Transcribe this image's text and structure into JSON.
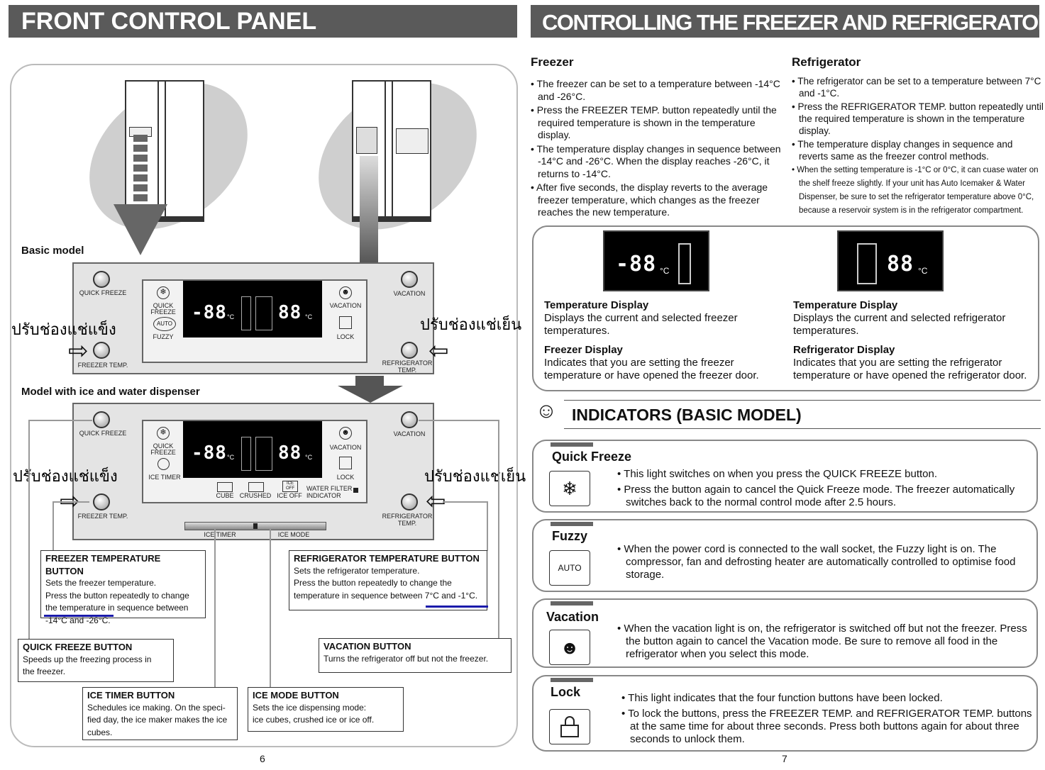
{
  "left": {
    "header": "FRONT CONTROL PANEL",
    "basic_model": "Basic model",
    "dispenser_model": "Model with ice and water dispenser",
    "thai_freezer": "ปรับช่องแช่แข็ง",
    "thai_fridge": "ปรับช่องแช่เย็น",
    "labels": {
      "quick_freeze": "QUICK FREEZE",
      "vacation": "VACATION",
      "freezer_temp": "FREEZER TEMP.",
      "refrigerator_temp": "REFRIGERATOR",
      "temp": "TEMP.",
      "quick": "QUICK",
      "freeze": "FREEZE",
      "auto": "AUTO",
      "fuzzy": "FUZZY",
      "lock": "LOCK",
      "ice_timer": "ICE TIMER",
      "cube": "CUBE",
      "crushed": "CRUSHED",
      "ice_off": "ICE OFF",
      "water_filter": "WATER FILTER",
      "indicator": "INDICATOR",
      "ice_timer_slider": "ICE TIMER",
      "ice_mode_slider": "ICE MODE",
      "ice_off_icon": "ICE OFF",
      "lcd_left": "-88",
      "lcd_right": "88",
      "deg": "°C"
    },
    "boxes": {
      "freezer_temp_title": "FREEZER TEMPERATURE BUTTON",
      "freezer_temp_text": [
        "Sets the freezer temperature.",
        "Press the button repeatedly to change",
        "the temperature in sequence between",
        "-14°C and -26°C."
      ],
      "refrig_temp_title": "REFRIGERATOR TEMPERATURE BUTTON",
      "refrig_temp_text": [
        "Sets the refrigerator temperature.",
        "Press the button repeatedly to change the",
        "temperature in sequence between 7°C and -1°C."
      ],
      "quick_freeze_title": "QUICK FREEZE BUTTON",
      "quick_freeze_text": [
        "Speeds up the freezing process in",
        "the freezer."
      ],
      "vacation_title": "VACATION BUTTON",
      "vacation_text": [
        "Turns the refrigerator off but not the freezer."
      ],
      "ice_timer_title": "ICE TIMER BUTTON",
      "ice_timer_text": [
        "Schedules ice making. On the speci-",
        "fied day, the ice maker makes the ice",
        "cubes."
      ],
      "ice_mode_title": "ICE MODE BUTTON",
      "ice_mode_text": [
        "Sets the ice dispensing mode:",
        "ice cubes, crushed ice or ice off."
      ]
    },
    "page": "6"
  },
  "right": {
    "header": "CONTROLLING THE FREEZER AND REFRIGERATOR TEMPERATURES",
    "freezer_title": "Freezer",
    "freezer_bullets": [
      "The freezer can be set to a temperature between -14°C and -26°C.",
      "Press the FREEZER TEMP. button repeatedly until the required temperature is shown in the temperature display.",
      "The temperature display changes in sequence between -14°C and -26°C. When the display reaches -26°C, it returns to -14°C.",
      "After five seconds, the display reverts to the average freezer temperature, which changes as the freezer reaches the new temperature."
    ],
    "fridge_title": "Refrigerator",
    "fridge_bullets": [
      "The refrigerator can be set to a temperature between 7°C and -1°C.",
      "Press the REFRIGERATOR TEMP. button repeatedly until the required temperature is shown in the temperature display.",
      "The temperature display changes in sequence and reverts same as the freezer control methods.",
      "When the setting temperature is -1°C or 0°C, it can cuase water on the shelf freeze slightly. If your unit has Auto Icemaker & Water Dispenser, be sure to set the refrigerator temperature above 0°C, because a reservoir system is in the refrigerator compartment."
    ],
    "disp_left": "-88",
    "disp_right": "88",
    "disp_deg": "°C",
    "temp_display_title": "Temperature Display",
    "temp_display_freezer": "Displays the current and selected freezer temperatures.",
    "temp_display_fridge": "Displays the current and selected refrigerator temperatures.",
    "freezer_display_title": "Freezer Display",
    "freezer_display_text": "Indicates that you are setting the freezer temperature or have opened the freezer door.",
    "fridge_display_title": "Refrigerator Display",
    "fridge_display_text": "Indicates that you are setting the refrigerator temperature or have opened the refrigerator door.",
    "indicators_title": "INDICATORS (BASIC MODEL)",
    "indicators": [
      {
        "title": "Quick Freeze",
        "icon": "snowflake-icon",
        "glyph": "❄",
        "lines": [
          "This light switches on when you press the QUICK FREEZE button.",
          "Press the button again to cancel the Quick Freeze mode. The freezer automatically switches back to the normal control mode after 2.5 hours."
        ]
      },
      {
        "title": "Fuzzy",
        "icon": "auto-icon",
        "glyph": "AUTO",
        "lines": [
          "When the power cord is connected to the wall socket, the Fuzzy light is on. The compressor, fan and defrosting heater are automatically controlled to optimise food storage."
        ]
      },
      {
        "title": "Vacation",
        "icon": "vacation-icon",
        "glyph": "☻",
        "lines": [
          "When the vacation light is on, the refrigerator is switched off but not the freezer. Press the button again to cancel the Vacation mode. Be sure to remove all food in the refrigerator when you select this mode."
        ]
      },
      {
        "title": "Lock",
        "icon": "lock-icon",
        "glyph": "",
        "lines": [
          "This light indicates that the four function buttons have been locked.",
          "To lock the buttons, press the FREEZER TEMP. and REFRIGERATOR TEMP. buttons at the same time for about three seconds. Press both buttons again for about three seconds to unlock them."
        ]
      }
    ],
    "page": "7"
  }
}
